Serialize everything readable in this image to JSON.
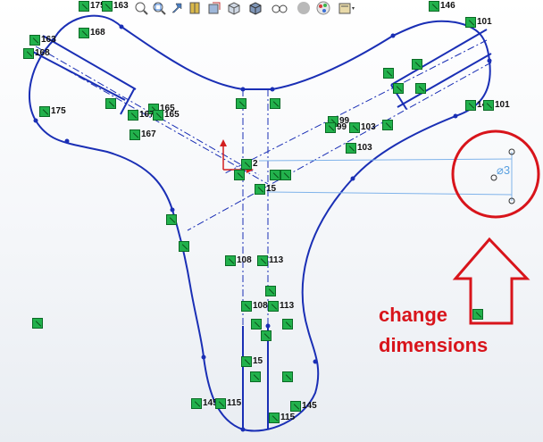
{
  "toolbar": {
    "icons": [
      "zoom-to-fit-icon",
      "zoom-to-area-icon",
      "previous-view-icon",
      "section-view-icon",
      "dynamic-annotation-icon",
      "view-orientation-icon",
      "display-style-icon",
      "hide-show-items-icon",
      "edit-appearance-icon",
      "apply-scene-icon",
      "view-settings-icon"
    ]
  },
  "relations": [
    {
      "id": "r1",
      "label": "175"
    },
    {
      "id": "r2",
      "label": "163"
    },
    {
      "id": "r3",
      "label": "146"
    },
    {
      "id": "r4",
      "label": "101"
    },
    {
      "id": "r5",
      "label": "168"
    },
    {
      "id": "r6",
      "label": "163"
    },
    {
      "id": "r7",
      "label": "168"
    },
    {
      "id": "r8",
      "label": "175"
    },
    {
      "id": "r9",
      "label": "165"
    },
    {
      "id": "r10",
      "label": "167"
    },
    {
      "id": "r11",
      "label": "165"
    },
    {
      "id": "r12",
      "label": "167"
    },
    {
      "id": "r13",
      "label": "99"
    },
    {
      "id": "r14",
      "label": "103"
    },
    {
      "id": "r15",
      "label": "103"
    },
    {
      "id": "r16",
      "label": "146"
    },
    {
      "id": "r17",
      "label": "101"
    },
    {
      "id": "r18",
      "label": "2"
    },
    {
      "id": "r19",
      "label": "15"
    },
    {
      "id": "r20",
      "label": "108"
    },
    {
      "id": "r21",
      "label": "113"
    },
    {
      "id": "r22",
      "label": "108"
    },
    {
      "id": "r23",
      "label": "113"
    },
    {
      "id": "r24",
      "label": "15"
    },
    {
      "id": "r25",
      "label": "145"
    },
    {
      "id": "r26",
      "label": "115"
    },
    {
      "id": "r27",
      "label": "115"
    },
    {
      "id": "r28",
      "label": "145"
    },
    {
      "id": "r29",
      "label": "99"
    }
  ],
  "dimension": {
    "text": "⌀3"
  },
  "annotation": {
    "line1": "change",
    "line2": "dimensions",
    "color": "#d8141b"
  },
  "colors": {
    "sketch": "#1a2fb5",
    "construction": "#1a2fb5",
    "relation": "#22b14c",
    "dimension": "#5aa0e0"
  }
}
